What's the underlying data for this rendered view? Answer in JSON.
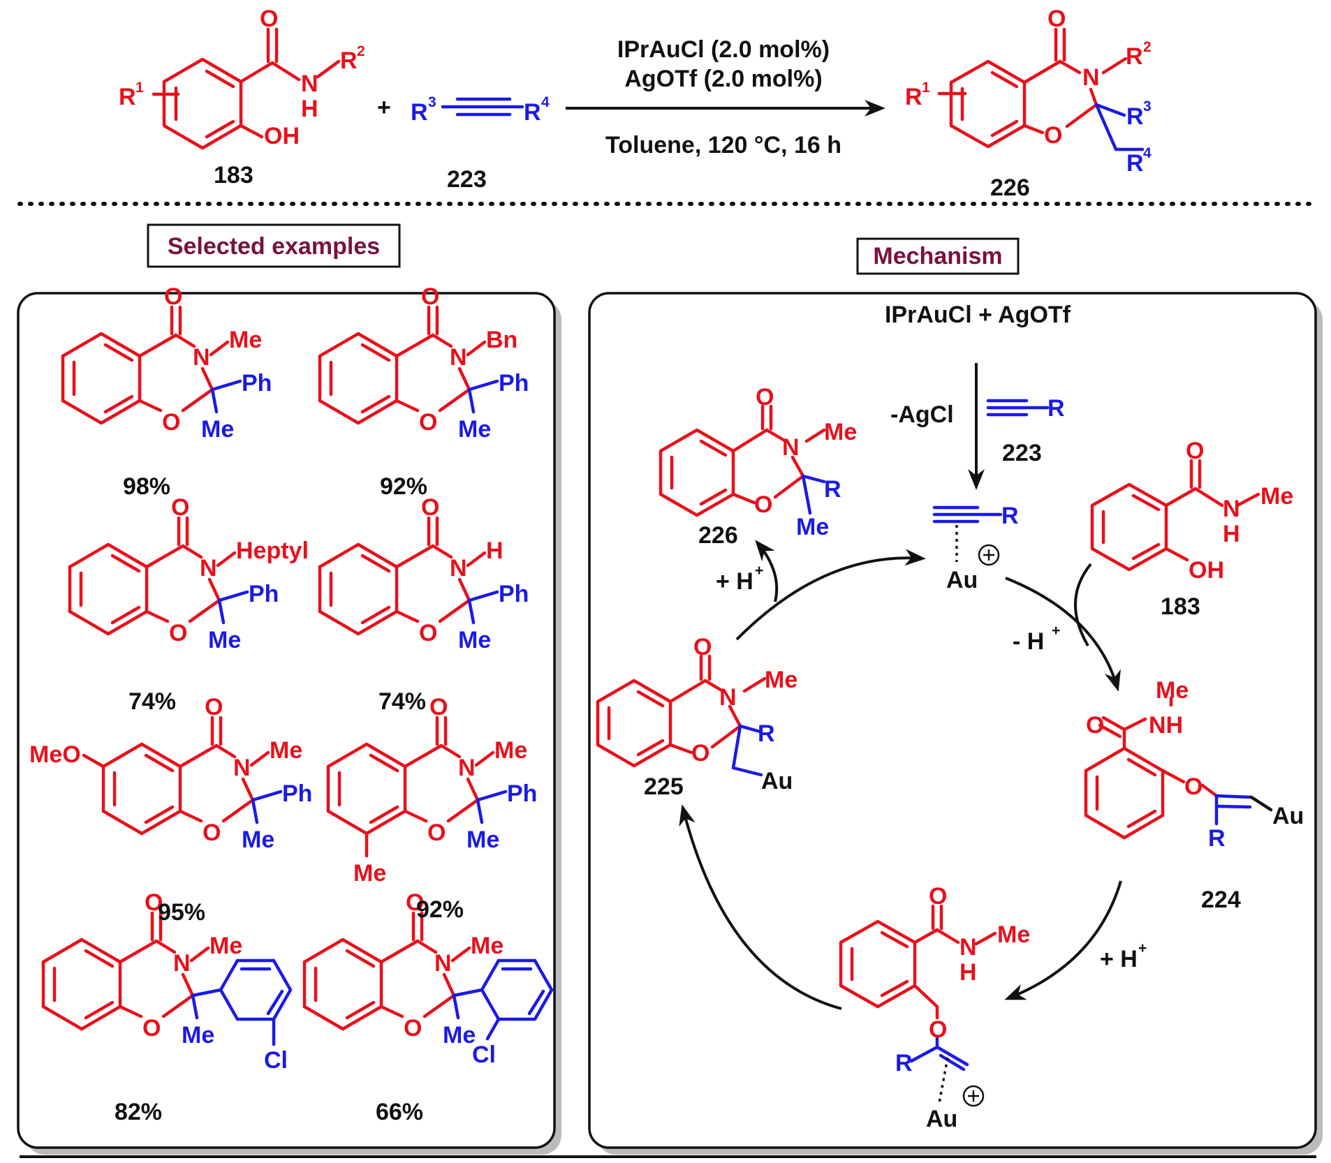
{
  "colors": {
    "structure": "#e8101a",
    "substituent": "#1a1ae6",
    "text": "#111111",
    "heading": "#7a1040"
  },
  "reaction": {
    "reactant_1_label": "183",
    "reactant_2_label": "223",
    "product_label": "226",
    "plus": "+",
    "condition_1": "IPrAuCl (2.0 mol%)",
    "condition_2": "AgOTf (2.0 mol%)",
    "condition_3": "Toluene, 120 °C, 16 h",
    "r1": "R",
    "r2": "R",
    "r3": "R",
    "r4": "R",
    "sup_1": "1",
    "sup_2": "2",
    "sup_3": "3",
    "sup_4": "4",
    "oh": "OH",
    "nh_n": "N",
    "nh_h": "H"
  },
  "atoms": {
    "O": "O",
    "N": "N",
    "H": "H",
    "Me": "Me",
    "Ph": "Ph",
    "Bn": "Bn",
    "Heptyl": "Heptyl",
    "MeO": "MeO",
    "Cl": "Cl",
    "R": "R",
    "Au": "Au",
    "OH": "OH",
    "NH": "NH"
  },
  "examples": {
    "heading": "Selected examples",
    "yields": [
      "98%",
      "92%",
      "74%",
      "74%",
      "95%",
      "92%",
      "82%",
      "66%"
    ]
  },
  "mechanism": {
    "heading": "Mechanism",
    "catalyst": "IPrAuCl + AgOTf",
    "agcl": "-AgCl",
    "alkyne_label": "223",
    "amide_label": "183",
    "product_label": "226",
    "int_224": "224",
    "int_225": "225",
    "plus_h": "+ H",
    "minus_h": "- H",
    "plus_sup": "+",
    "charge": "+"
  }
}
